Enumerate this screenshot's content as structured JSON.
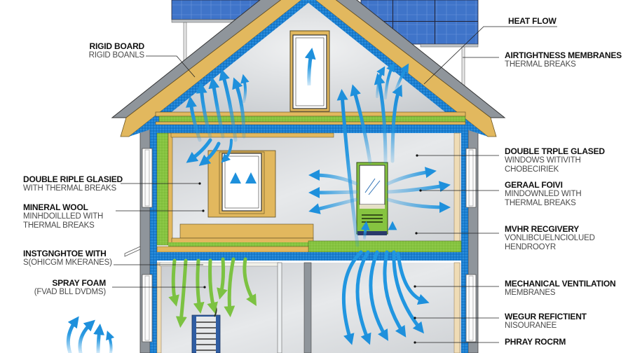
{
  "diagram": {
    "title": "Passive house energy-efficient building cross-section",
    "colors": {
      "insulation_blue": "#1a7fd1",
      "airflow_blue": "#2196e0",
      "airflow_green": "#7cc242",
      "timber": "#e2b85e",
      "green_panel": "#86c440",
      "wall_grey": "#8f959b",
      "interior": "#d9dcdf",
      "solar": "#3f74c9"
    }
  },
  "labels_left": [
    {
      "title": "RIGID BOARD",
      "sub": "RIGID BOANLS"
    },
    {
      "title": "DOUBLE RIPLE GLASIED",
      "sub": "WITH THERMAL BREAKS"
    },
    {
      "title": "MINERAL WOOL",
      "sub": "MINHDOILLLED  WITH",
      "sub2": "THERMAL BREAKS"
    },
    {
      "title": "INSTGNGHTOE WITH",
      "sub": "S(OHICGM MKERANES)"
    },
    {
      "title": "SPRAY FOAM",
      "sub": "(FVAD BLL DVDMS)"
    }
  ],
  "labels_right": [
    {
      "title": "HEAT FLOW"
    },
    {
      "title": "AIRTIGHTNESS MEMBRANES",
      "sub": "THERMAL BREAKS"
    },
    {
      "title": "DOUBLE TRPLE GLASED",
      "sub": "WINDOWS WITIVITH",
      "sub2": "CHOBECIRIEK"
    },
    {
      "title": "GERAAL FOIVI",
      "sub": "MINDOWNLED WITH",
      "sub2": "THERMAL BREAKS"
    },
    {
      "title": "MVHR RECGIVERY",
      "sub": "VONLIBCUELNCIOLUED",
      "sub2": "HENDROOYR"
    },
    {
      "title": "MECHANICAL VENTILATION",
      "sub": "MEMBRANES"
    },
    {
      "title": "WEGUR REFICTIENT",
      "sub": "NISOURANEE"
    },
    {
      "title": "PHRAY ROCRM"
    }
  ]
}
